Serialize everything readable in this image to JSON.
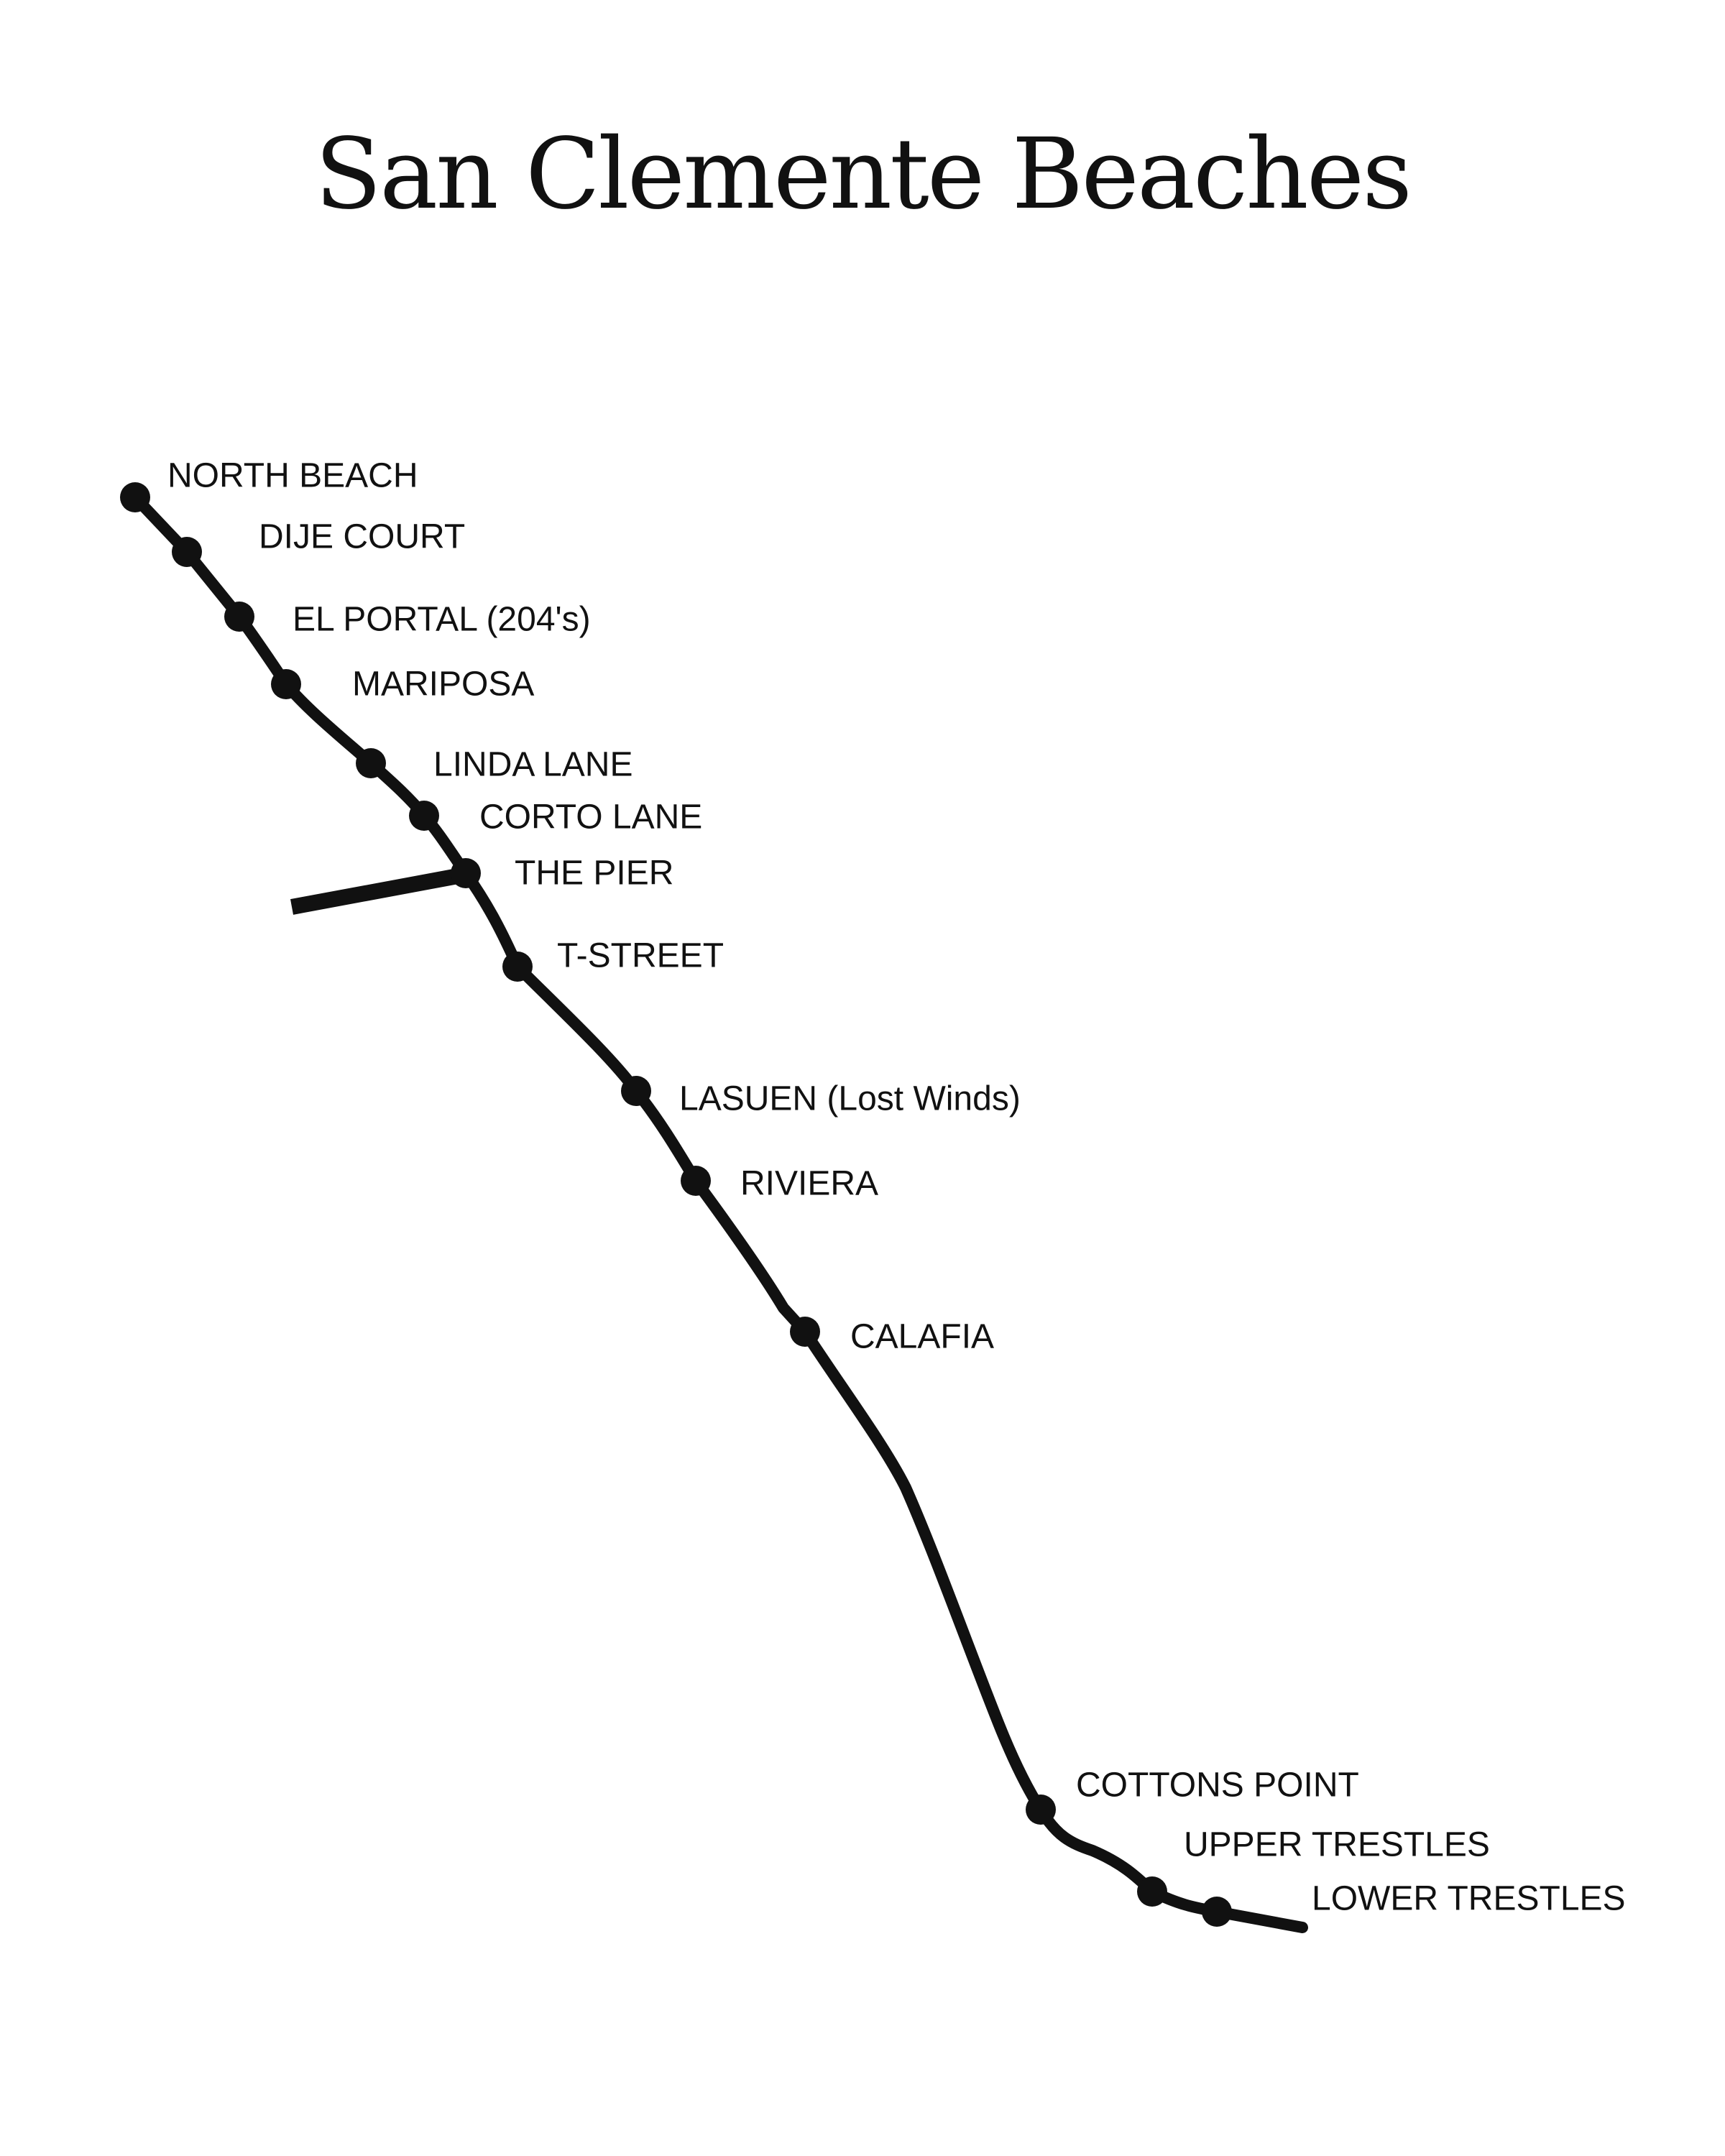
{
  "map": {
    "title": "San Clemente Beaches",
    "line_color": "#111111",
    "background_color": "#ffffff",
    "beaches": [
      {
        "name": "NORTH BEACH"
      },
      {
        "name": "DIJE COURT"
      },
      {
        "name": "EL PORTAL (204's)"
      },
      {
        "name": "MARIPOSA"
      },
      {
        "name": "LINDA LANE"
      },
      {
        "name": "CORTO LANE"
      },
      {
        "name": "THE PIER"
      },
      {
        "name": "T-STREET"
      },
      {
        "name": "LASUEN (Lost Winds)"
      },
      {
        "name": "RIVIERA"
      },
      {
        "name": "CALAFIA"
      },
      {
        "name": "COTTONS POINT"
      },
      {
        "name": "UPPER TRESTLES"
      },
      {
        "name": "LOWER TRESTLES"
      }
    ]
  }
}
